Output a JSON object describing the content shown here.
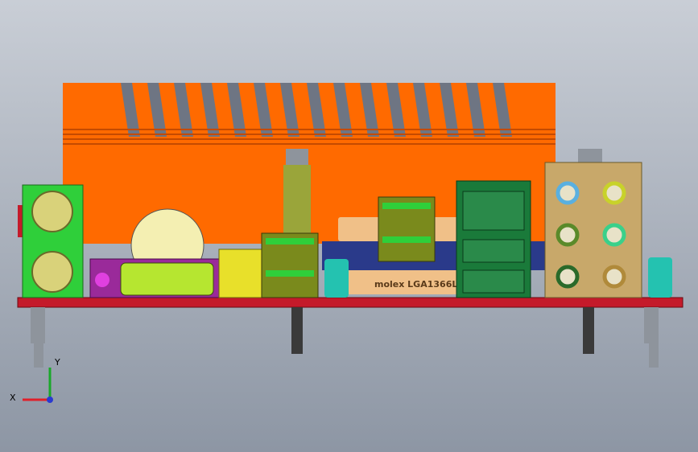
{
  "viewport": {
    "background_top": "#c9ced6",
    "background_bottom": "#8d96a4"
  },
  "model": {
    "colors": {
      "heatsink": "#ff6a00",
      "heatsink_dark": "#c44a00",
      "heatsink_slot": "#6e7583",
      "pcb": "#c41a2a",
      "ps2": "#2fcf3a",
      "ps2_port": "#d9d27a",
      "dvi_body": "#9a2a9a",
      "dvi_connector": "#b6e630",
      "capacitor": "#24c2b0",
      "battery": "#f4efb2",
      "usb_stack": "#7a8a1c",
      "ethernet": "#1a7a3a",
      "audio_panel": "#c8a86a",
      "socket_blue": "#2a3a8a",
      "socket_label_bg": "#f0c088",
      "spring": "#9aa53a",
      "standoff": "#8e949c"
    },
    "socket_label": "molex LGA1366LE",
    "audio_jack_colors": [
      "#5ab0e0",
      "#c8d22a",
      "#5a8a2a",
      "#3ad08a",
      "#2a6a2a",
      "#b08a3a"
    ]
  },
  "axes_triad": {
    "x_label": "X",
    "y_label": "Y",
    "x_color": "#e0202a",
    "y_color": "#1aa82a",
    "z_color": "#2a3ad0"
  }
}
